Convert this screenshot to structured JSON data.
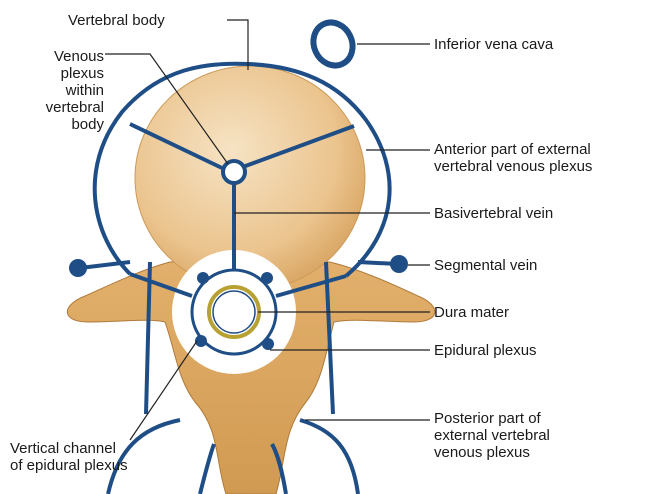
{
  "labels": {
    "vertebral_body": "Vertebral body",
    "venous_plexus_within_body": [
      "Venous",
      "plexus",
      "within",
      "vertebral",
      "body"
    ],
    "inferior_vena_cava": "Inferior vena cava",
    "anterior_external_plexus": [
      "Anterior part of external",
      "vertebral venous plexus"
    ],
    "basivertebral_vein": "Basivertebral vein",
    "segmental_vein": "Segmental vein",
    "dura_mater": "Dura mater",
    "epidural_plexus": "Epidural plexus",
    "posterior_external_plexus": [
      "Posterior part of",
      "external vertebral",
      "venous plexus"
    ],
    "vertical_channel": [
      "Vertical channel",
      "of epidural plexus"
    ]
  },
  "colors": {
    "bone_light": "#f3dcb8",
    "bone_mid": "#e8c48e",
    "bone_dark": "#c8914a",
    "vein_blue": "#1f4e86",
    "dura_ring": "#b7a133",
    "leader_line": "#222222"
  }
}
